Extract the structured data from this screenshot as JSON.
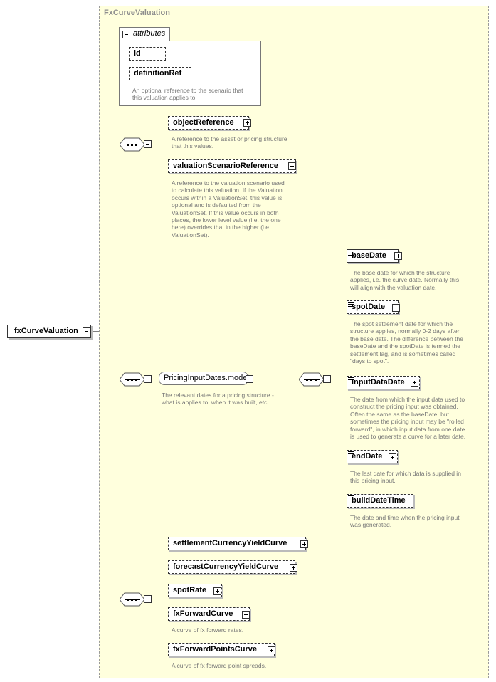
{
  "complex_type": {
    "name": "FxCurveValuation"
  },
  "root_element": {
    "name": "fxCurveValuation"
  },
  "attributes": {
    "header": "attributes",
    "items": [
      {
        "name": "id"
      },
      {
        "name": "definitionRef"
      }
    ],
    "doc": "An optional reference to the scenario that\nthis valuation applies to."
  },
  "sequence_1": {
    "elements": [
      {
        "name": "objectReference",
        "doc": "A reference to the asset or pricing structure\nthat this values."
      },
      {
        "name": "valuationScenarioReference",
        "doc": "A reference to the valuation scenario used\nto calculate this valuation. If the Valuation\noccurs within a ValuationSet, this value is\noptional and is defaulted from the\nValuationSet. If this value occurs in both\nplaces, the lower level value (i.e. the one\nhere) overrides that in the higher (i.e.\nValuationSet)."
      }
    ]
  },
  "sequence_2": {
    "group": {
      "name": "PricingInputDates.model",
      "doc": "The relevant dates for a pricing structure -\nwhat is applies to, when it was built, etc."
    },
    "elements": [
      {
        "name": "baseDate",
        "doc": "The base date for which the structure\napplies, i.e. the curve date. Normally this\nwill align with the valuation date."
      },
      {
        "name": "spotDate",
        "doc": "The spot settlement date for which the\nstructure applies, normally 0-2 days after\nthe base date. The difference between the\nbaseDate and the spotDate is termed the\nsettlement lag, and is sometimes called\n\"days to spot\"."
      },
      {
        "name": "inputDataDate",
        "doc": "The date from which the input data used to\nconstruct the pricing input was obtained.\nOften the same as the baseDate, but\nsometimes the pricing input may be \"rolled\nforward\", in which input data from one date\nis used to generate a curve for a later date."
      },
      {
        "name": "endDate",
        "doc": "The last date for which data is supplied in\nthis pricing input."
      },
      {
        "name": "buildDateTime",
        "doc": "The date and time when the pricing input\nwas generated."
      }
    ]
  },
  "sequence_3": {
    "elements": [
      {
        "name": "settlementCurrencyYieldCurve",
        "doc": ""
      },
      {
        "name": "forecastCurrencyYieldCurve",
        "doc": ""
      },
      {
        "name": "spotRate",
        "doc": ""
      },
      {
        "name": "fxForwardCurve",
        "doc": "A curve of fx forward rates."
      },
      {
        "name": "fxForwardPointsCurve",
        "doc": "A curve of fx forward point spreads."
      }
    ]
  }
}
